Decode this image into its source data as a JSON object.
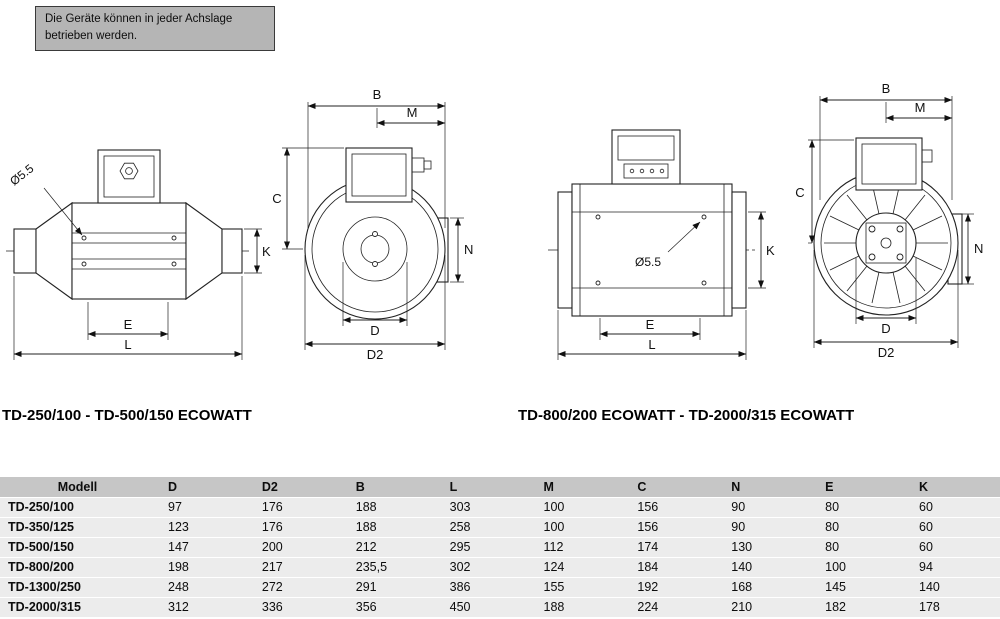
{
  "note": {
    "line1": "Die Geräte können in jeder Achslage",
    "line2": "betrieben werden."
  },
  "dims": {
    "B": "B",
    "M": "M",
    "C": "C",
    "K": "K",
    "N": "N",
    "E": "E",
    "L": "L",
    "D": "D",
    "D2": "D2",
    "hole": "Ø5.5"
  },
  "captions": {
    "left": "TD-250/100 - TD-500/150 ECOWATT",
    "right": "TD-800/200 ECOWATT - TD-2000/315 ECOWATT"
  },
  "table": {
    "headers": [
      "Modell",
      "D",
      "D2",
      "B",
      "L",
      "M",
      "C",
      "N",
      "E",
      "K"
    ],
    "rows": [
      [
        "TD-250/100",
        "97",
        "176",
        "188",
        "303",
        "100",
        "156",
        "90",
        "80",
        "60"
      ],
      [
        "TD-350/125",
        "123",
        "176",
        "188",
        "258",
        "100",
        "156",
        "90",
        "80",
        "60"
      ],
      [
        "TD-500/150",
        "147",
        "200",
        "212",
        "295",
        "112",
        "174",
        "130",
        "80",
        "60"
      ],
      [
        "TD-800/200",
        "198",
        "217",
        "235,5",
        "302",
        "124",
        "184",
        "140",
        "100",
        "94"
      ],
      [
        "TD-1300/250",
        "248",
        "272",
        "291",
        "386",
        "155",
        "192",
        "168",
        "145",
        "140"
      ],
      [
        "TD-2000/315",
        "312",
        "336",
        "356",
        "450",
        "188",
        "224",
        "210",
        "182",
        "178"
      ]
    ]
  }
}
